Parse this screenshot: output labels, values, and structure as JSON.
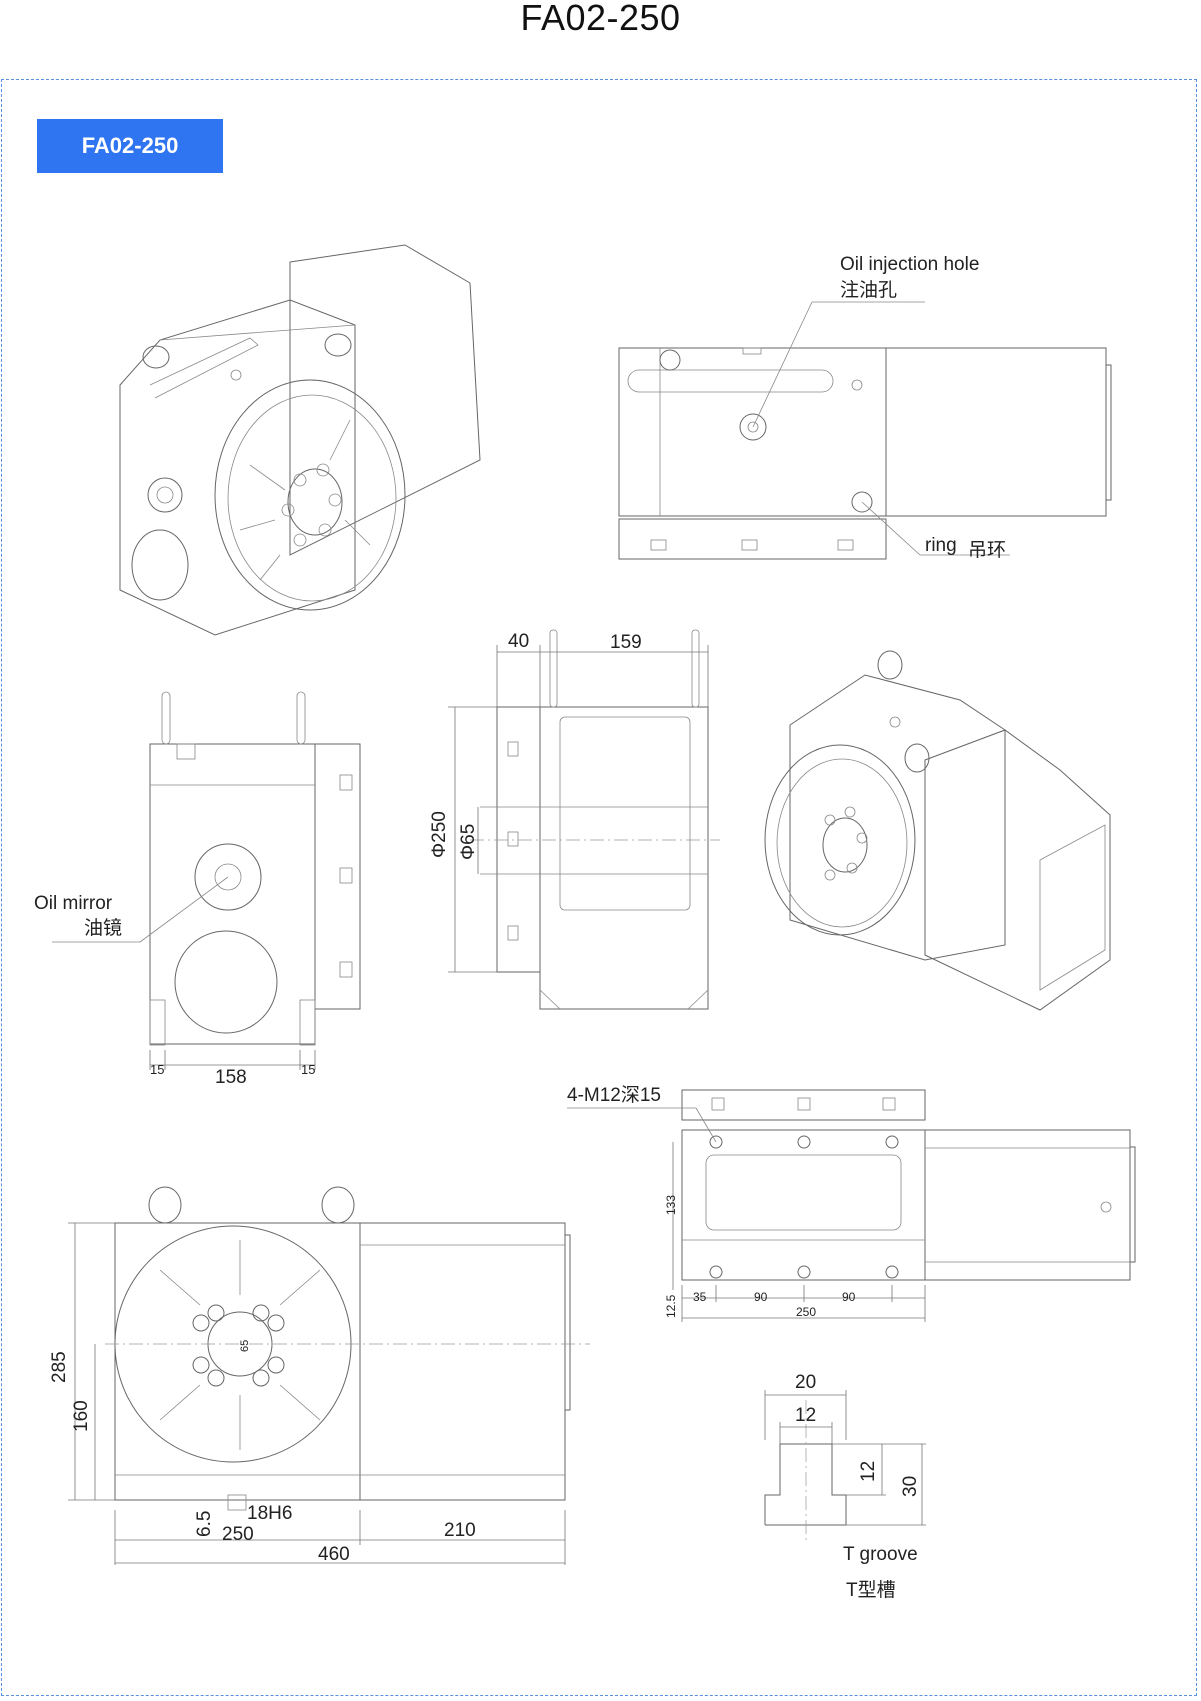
{
  "header": {
    "title": "FA02-250"
  },
  "badge": {
    "label": "FA02-250"
  },
  "callouts": {
    "oil_injection_en": "Oil injection hole",
    "oil_injection_zh": "注油孔",
    "ring_en": "ring",
    "ring_zh": "吊环",
    "oil_mirror_en": "Oil mirror",
    "oil_mirror_zh": "油镜",
    "mounting_holes": "4-M12深15",
    "t_groove_en": "T groove",
    "t_groove_zh": "T型槽"
  },
  "dimensions": {
    "front_top_offset": "40",
    "front_top_width": "159",
    "front_dia_outer": "Φ250",
    "front_dia_inner": "Φ65",
    "side_left": "15",
    "side_width": "158",
    "side_right": "15",
    "top_height": "133",
    "top_bottom": "12.5",
    "top_first": "35",
    "top_second": "90",
    "top_third": "90",
    "top_total": "250",
    "plan_height_total": "285",
    "plan_height_center": "160",
    "plan_bore": "65",
    "plan_key": "18H6",
    "plan_key_depth": "6.5",
    "plan_table": "250",
    "plan_motor": "210",
    "plan_total": "460",
    "tslot_width_outer": "20",
    "tslot_width_inner": "12",
    "tslot_depth_inner": "12",
    "tslot_depth_total": "30"
  }
}
